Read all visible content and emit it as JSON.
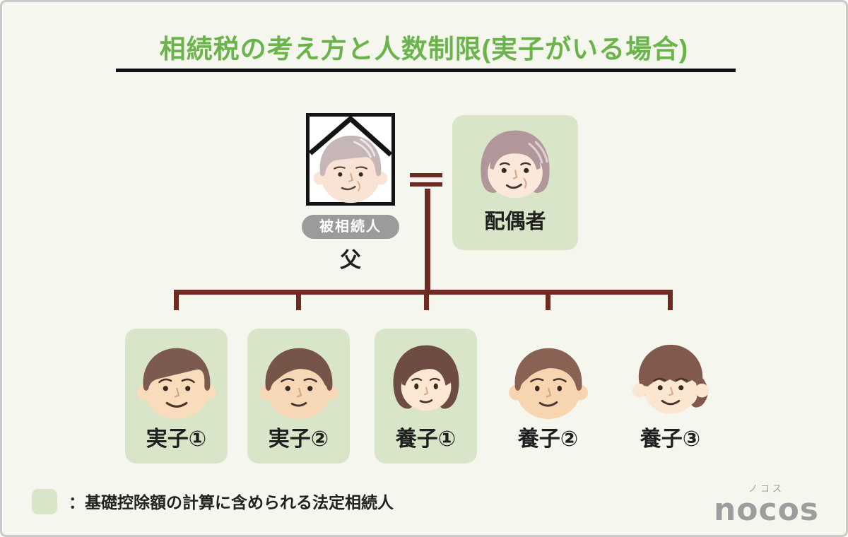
{
  "title": {
    "text": "相続税の考え方と人数制限(実子がいる場合)"
  },
  "family": {
    "decedent": {
      "badge": "被相続人",
      "name": "父",
      "icon": "elderly-man-mourning-portrait",
      "deceased": true,
      "highlighted": false
    },
    "spouse": {
      "name": "配偶者",
      "icon": "elderly-woman-face",
      "highlighted": true
    },
    "children": [
      {
        "name": "実子①",
        "icon": "boy-face",
        "highlighted": true
      },
      {
        "name": "実子②",
        "icon": "boy-face",
        "highlighted": true
      },
      {
        "name": "養子①",
        "icon": "woman-face",
        "highlighted": true
      },
      {
        "name": "養子②",
        "icon": "boy-face",
        "highlighted": false
      },
      {
        "name": "養子③",
        "icon": "girl-face",
        "highlighted": false
      }
    ]
  },
  "legend": {
    "label": "：基礎控除額の計算に含められる法定相続人",
    "swatch_color": "#d8e5c9"
  },
  "logo": {
    "kana": "ノコス",
    "name": "nocos"
  },
  "colors": {
    "background": "#f5f7ee",
    "title_green": "#6ab44b",
    "tree_line_maroon": "#6e2b21",
    "highlight_green": "#d8e5c9",
    "badge_gray": "#9b9b9b",
    "logo_gray": "#9d9d9d",
    "text_black": "#1f1f1f"
  }
}
